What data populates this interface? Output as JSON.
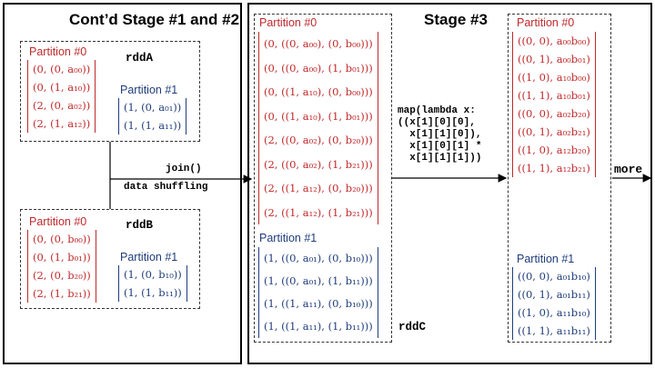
{
  "stage12": {
    "title": "Cont’d Stage #1 and #2",
    "rddA": {
      "name": "rddA",
      "partition0": {
        "label": "Partition #0",
        "rows": [
          "(0, (0, a₀₀))",
          "(0, (1, a₁₀))",
          "(2, (0, a₀₂))",
          "(2, (1, a₁₂))"
        ]
      },
      "partition1": {
        "label": "Partition #1",
        "rows": [
          "(1, (0, a₀₁))",
          "(1, (1, a₁₁))"
        ]
      }
    },
    "rddB": {
      "name": "rddB",
      "partition0": {
        "label": "Partition #0",
        "rows": [
          "(0, (0, b₀₀))",
          "(0, (1, b₀₁))",
          "(2, (0, b₂₀))",
          "(2, (1, b₂₁))"
        ]
      },
      "partition1": {
        "label": "Partition #1",
        "rows": [
          "(1, (0, b₁₀))",
          "(1, (1, b₁₁))"
        ]
      }
    }
  },
  "join": {
    "op": "join()",
    "note": "data shuffling"
  },
  "stage3": {
    "title": "Stage #3",
    "rddC": {
      "name": "rddC",
      "partition0": {
        "label": "Partition #0",
        "rows": [
          "(0, ((0, a₀₀), (0, b₀₀)))",
          "(0, ((0, a₀₀), (1, b₀₁)))",
          "(0, ((1, a₁₀), (0, b₀₀)))",
          "(0, ((1, a₁₀), (1, b₀₁)))",
          "(2, ((0, a₀₂), (0, b₂₀)))",
          "(2, ((0, a₀₂), (1, b₂₁)))",
          "(2, ((1, a₁₂), (0, b₂₀)))",
          "(2, ((1, a₁₂), (1, b₂₁)))"
        ]
      },
      "partition1": {
        "label": "Partition #1",
        "rows": [
          "(1, ((0, a₀₁), (0, b₁₀)))",
          "(1, ((0, a₀₁), (1, b₁₁)))",
          "(1, ((1, a₁₁), (0, b₁₀)))",
          "(1, ((1, a₁₁), (1, b₁₁)))"
        ]
      }
    },
    "map_code": "map(lambda x:\n((x[1][0][0],\n  x[1][1][0]),\n  x[1][0][1] *\n  x[1][1][1]))",
    "result": {
      "partition0": {
        "label": "Partition #0",
        "rows": [
          "((0, 0), a₀₀b₀₀)",
          "((0, 1), a₀₀b₀₁)",
          "((1, 0), a₁₀b₀₀)",
          "((1, 1), a₁₀b₀₁)",
          "((0, 0), a₀₂b₂₀)",
          "((0, 1), a₀₂b₂₁)",
          "((1, 0), a₁₂b₂₀)",
          "((1, 1), a₁₂b₂₁)"
        ]
      },
      "partition1": {
        "label": "Partition #1",
        "rows": [
          "((0, 0), a₀₁b₁₀)",
          "((0, 1), a₀₁b₁₁)",
          "((1, 0), a₁₁b₁₀)",
          "((1, 1), a₁₁b₁₁)"
        ]
      }
    },
    "more": "more"
  },
  "colors": {
    "partition0": "#c0292b",
    "partition1": "#1f3d7a",
    "border": "#000000"
  }
}
